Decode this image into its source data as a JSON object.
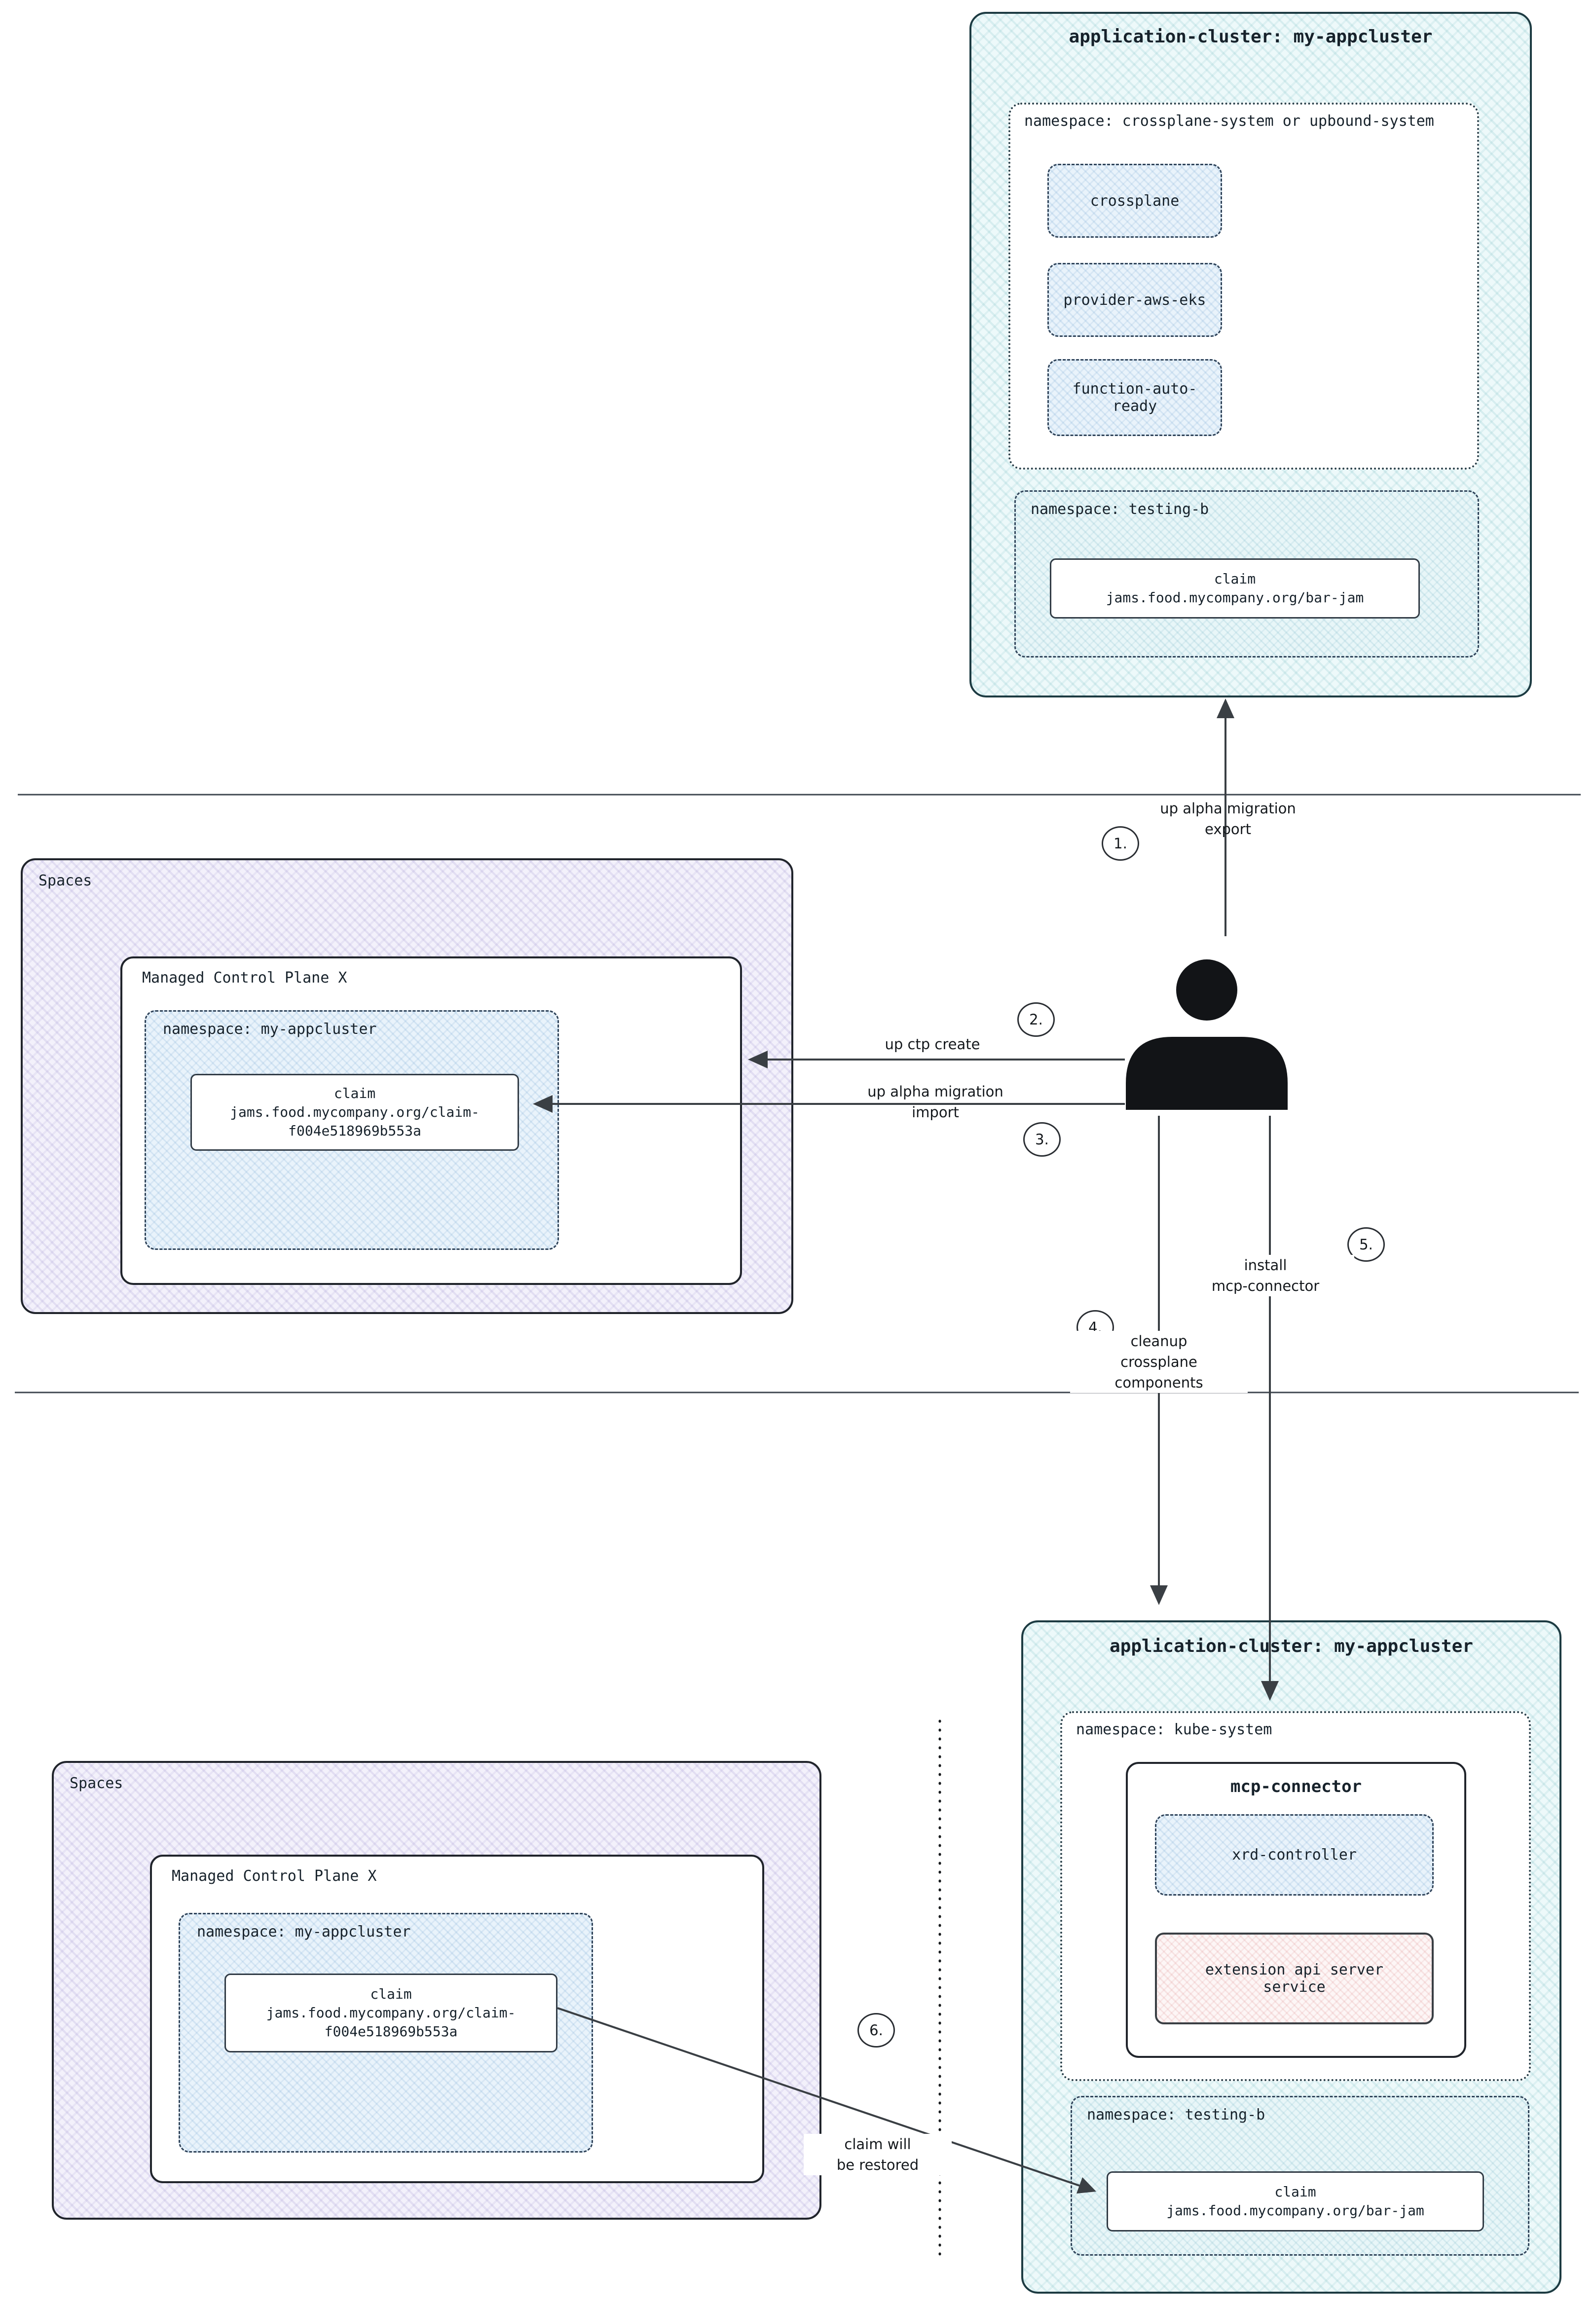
{
  "top_cluster": {
    "title": "application-cluster: my-appcluster",
    "ns_system": {
      "label": "namespace: crossplane-system or upbound-system",
      "components": [
        {
          "label": "crossplane"
        },
        {
          "label": "provider-aws-eks"
        },
        {
          "label": "function-auto-\nready"
        }
      ]
    },
    "ns_testing": {
      "label": "namespace: testing-b",
      "claim_title": "claim",
      "claim_name": "jams.food.mycompany.org/bar-jam"
    }
  },
  "spaces_before": {
    "title": "Spaces",
    "mcp_title": "Managed Control Plane X",
    "ns_label": "namespace: my-appcluster",
    "claim_title": "claim",
    "claim_name": "jams.food.mycompany.org/claim-\nf004e518969b553a"
  },
  "spaces_after": {
    "title": "Spaces",
    "mcp_title": "Managed Control Plane X",
    "ns_label": "namespace: my-appcluster",
    "claim_title": "claim",
    "claim_name": "jams.food.mycompany.org/claim-\nf004e518969b553a"
  },
  "bottom_cluster": {
    "title": "application-cluster: my-appcluster",
    "ns_kube": {
      "label": "namespace: kube-system",
      "connector_title": "mcp-connector",
      "xrd_label": "xrd-controller",
      "ext_api_label": "extension api server\nservice"
    },
    "ns_testing": {
      "label": "namespace: testing-b",
      "claim_title": "claim",
      "claim_name": "jams.food.mycompany.org/bar-jam"
    }
  },
  "steps": [
    {
      "num": "1.",
      "label": "up alpha migration\nexport"
    },
    {
      "num": "2.",
      "label": "up ctp create"
    },
    {
      "num": "3.",
      "label": "up alpha migration\nimport"
    },
    {
      "num": "4.",
      "label": "cleanup\ncrossplane\ncomponents"
    },
    {
      "num": "5.",
      "label": "install\nmcp-connector"
    },
    {
      "num": "6.",
      "label": "claim will\nbe restored"
    }
  ]
}
